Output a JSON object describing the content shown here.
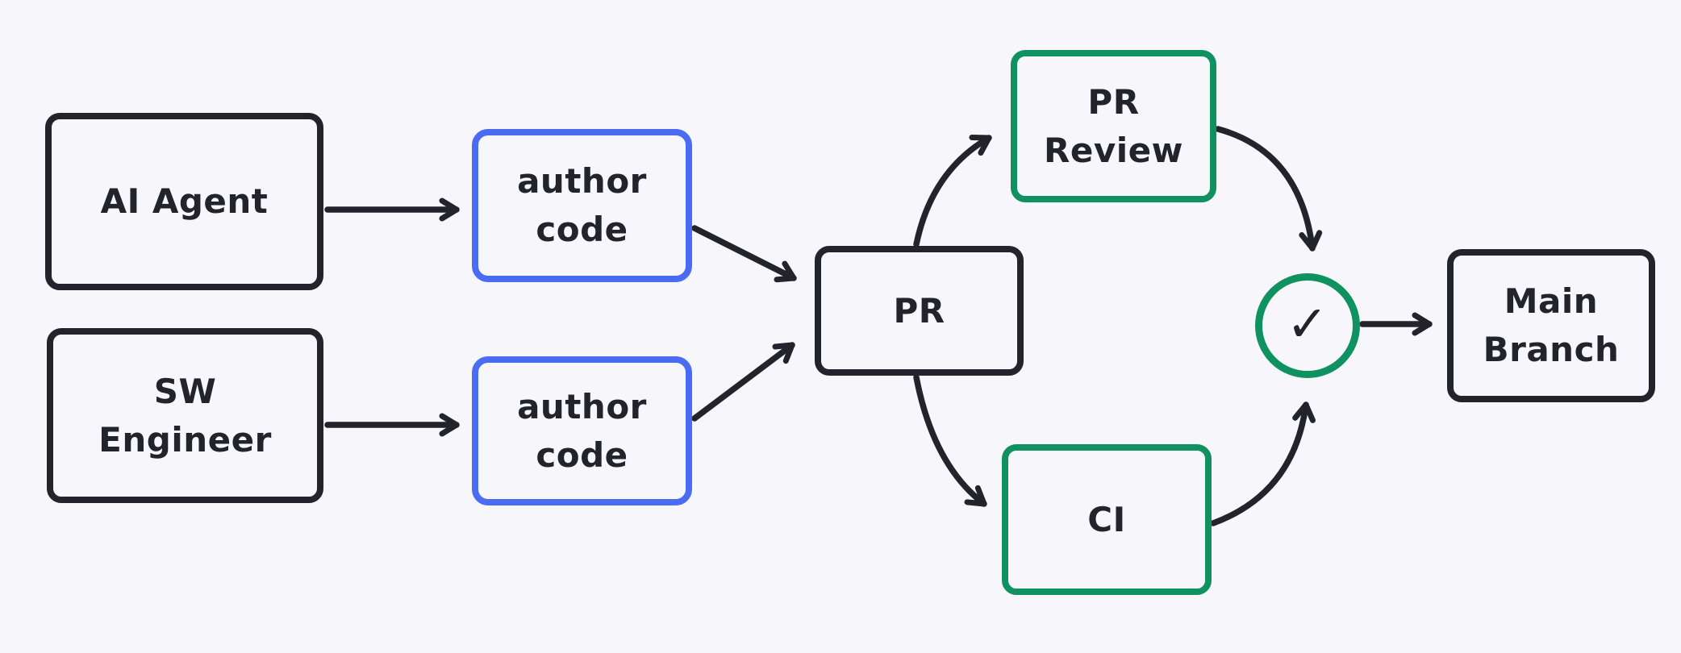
{
  "colors": {
    "background": "#f7f7fb",
    "node_stroke_default": "#23232b",
    "node_stroke_accent_blue": "#4a6cf3",
    "node_stroke_accent_green": "#0f9160",
    "arrow": "#23232b",
    "text": "#23232b"
  },
  "nodes": {
    "ai_agent": {
      "label": "AI Agent"
    },
    "sw_engineer": {
      "label": "SW\nEngineer"
    },
    "author_code_top": {
      "label": "author\ncode"
    },
    "author_code_bottom": {
      "label": "author\ncode"
    },
    "pr": {
      "label": "PR"
    },
    "pr_review": {
      "label": "PR\nReview"
    },
    "ci": {
      "label": "CI"
    },
    "approval": {
      "icon": "✓"
    },
    "main_branch": {
      "label": "Main\nBranch"
    }
  },
  "edges": [
    {
      "from": "ai_agent",
      "to": "author_code_top"
    },
    {
      "from": "sw_engineer",
      "to": "author_code_bottom"
    },
    {
      "from": "author_code_top",
      "to": "pr"
    },
    {
      "from": "author_code_bottom",
      "to": "pr"
    },
    {
      "from": "pr",
      "to": "pr_review"
    },
    {
      "from": "pr",
      "to": "ci"
    },
    {
      "from": "pr_review",
      "to": "approval"
    },
    {
      "from": "ci",
      "to": "approval"
    },
    {
      "from": "approval",
      "to": "main_branch"
    }
  ]
}
